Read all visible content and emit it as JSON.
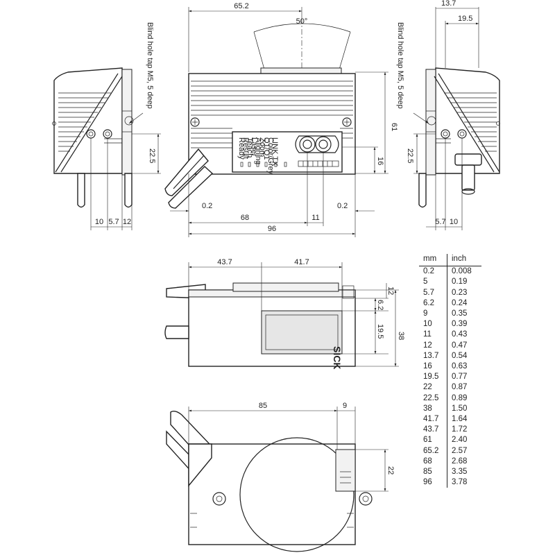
{
  "notes": {
    "blind_hole_left": "Blind hole tap M5, 5 deep",
    "blind_hole_right": "Blind hole tap M5, 5 deep"
  },
  "brand_mark": "SICK",
  "panel_labels": [
    "Ready",
    "Result",
    "Teach",
    "Laser",
    "Aligning",
    "Zoom",
    "Q1/Q1",
    "Color/Grey",
    "LINK TX"
  ],
  "dimensions": {
    "front_top_width": "65.2",
    "front_angle": "50°",
    "front_height": "61",
    "front_button_height": "16",
    "front_gap_left": "0.2",
    "front_gap_right": "0.2",
    "front_68": "68",
    "front_11": "11",
    "front_96": "96",
    "left_22_5": "22.5",
    "left_10": "10",
    "left_5_7": "5.7",
    "left_12": "12",
    "right_13_7": "13.7",
    "right_19_5": "19.5",
    "right_22_5": "22.5",
    "right_5_7": "5.7",
    "right_10": "10",
    "top_43_7": "43.7",
    "top_41_7": "41.7",
    "top_12": "12",
    "top_6_2": "6.2",
    "top_19_5": "19.5",
    "top_38": "38",
    "rear_85": "85",
    "rear_9": "9",
    "rear_22": "22"
  },
  "conversion_table": {
    "headers": [
      "mm",
      "inch"
    ],
    "rows": [
      [
        "0.2",
        "0.008"
      ],
      [
        "5",
        "0.19"
      ],
      [
        "5.7",
        "0.23"
      ],
      [
        "6.2",
        "0.24"
      ],
      [
        "9",
        "0.35"
      ],
      [
        "10",
        "0.39"
      ],
      [
        "11",
        "0.43"
      ],
      [
        "12",
        "0.47"
      ],
      [
        "13.7",
        "0.54"
      ],
      [
        "16",
        "0.63"
      ],
      [
        "19.5",
        "0.77"
      ],
      [
        "22",
        "0.87"
      ],
      [
        "22.5",
        "0.89"
      ],
      [
        "38",
        "1.50"
      ],
      [
        "41.7",
        "1.64"
      ],
      [
        "43.7",
        "1.72"
      ],
      [
        "61",
        "2.40"
      ],
      [
        "65.2",
        "2.57"
      ],
      [
        "68",
        "2.68"
      ],
      [
        "85",
        "3.35"
      ],
      [
        "96",
        "3.78"
      ]
    ]
  }
}
